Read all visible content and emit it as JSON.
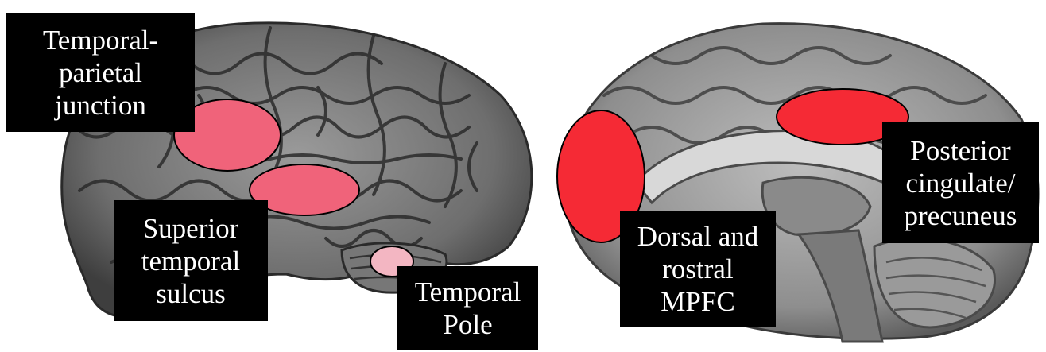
{
  "regions": {
    "tpj": {
      "lines": [
        "Temporal-",
        "parietal",
        "junction"
      ],
      "color": "#f0637a"
    },
    "sts": {
      "lines": [
        "Superior",
        "temporal",
        "sulcus"
      ],
      "color": "#f0637a"
    },
    "temporal_pole": {
      "lines": [
        "Temporal",
        "Pole"
      ],
      "color": "#f3b6c2"
    },
    "mpfc": {
      "lines": [
        "Dorsal and",
        "rostral",
        "MPFC"
      ],
      "color": "#f52a35"
    },
    "pcc": {
      "lines": [
        "Posterior",
        "cingulate/",
        "precuneus"
      ],
      "color": "#f52a35"
    }
  }
}
